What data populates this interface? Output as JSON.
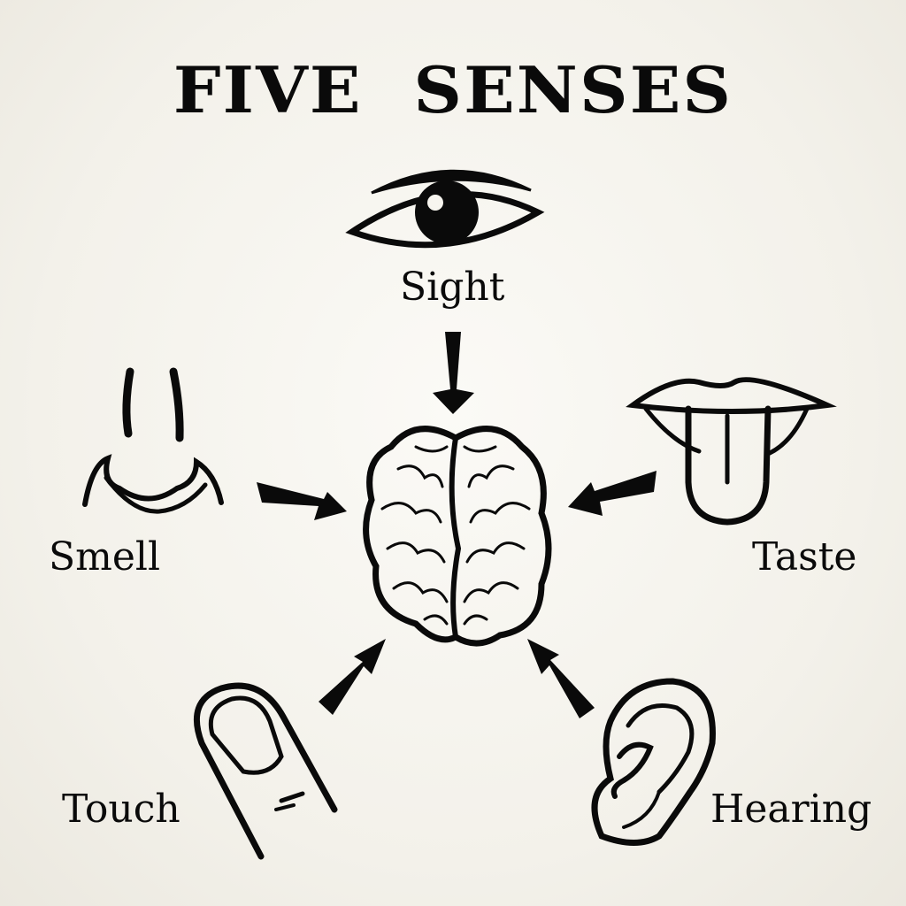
{
  "title": "FIVE SENSES",
  "senses": {
    "sight": "Sight",
    "smell": "Smell",
    "taste": "Taste",
    "touch": "Touch",
    "hearing": "Hearing"
  },
  "colors": {
    "ink": "#0a0a0a",
    "background": "#f3f1ea"
  },
  "icons": [
    "eye-icon",
    "nose-icon",
    "tongue-icon",
    "finger-icon",
    "ear-icon",
    "brain-icon"
  ]
}
